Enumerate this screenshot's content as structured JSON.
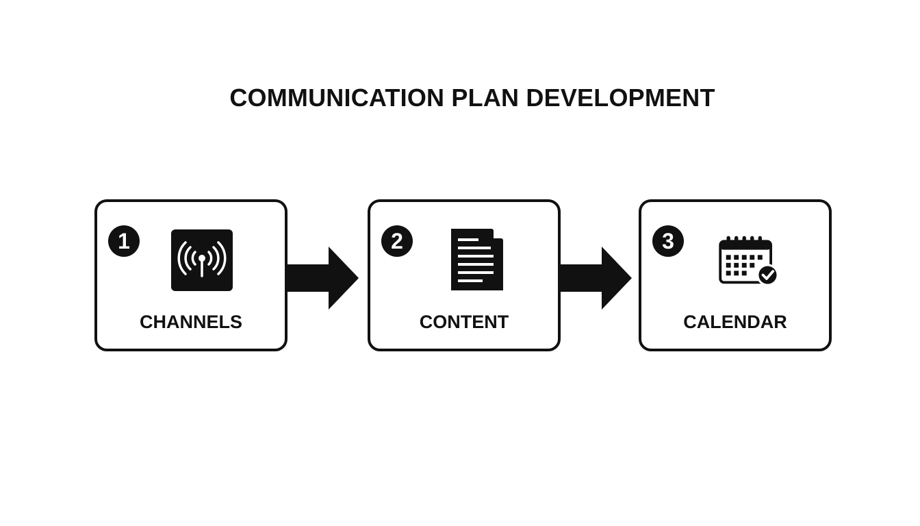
{
  "diagram": {
    "title": "COMMUNICATION PLAN DEVELOPMENT",
    "steps": [
      {
        "number": "1",
        "label": "CHANNELS",
        "icon": "broadcast-signal-icon"
      },
      {
        "number": "2",
        "label": "CONTENT",
        "icon": "document-icon"
      },
      {
        "number": "3",
        "label": "CALENDAR",
        "icon": "calendar-check-icon"
      }
    ],
    "connectors": [
      "arrow-right-icon",
      "arrow-right-icon"
    ],
    "colors": {
      "background": "#ffffff",
      "ink": "#111111"
    }
  }
}
